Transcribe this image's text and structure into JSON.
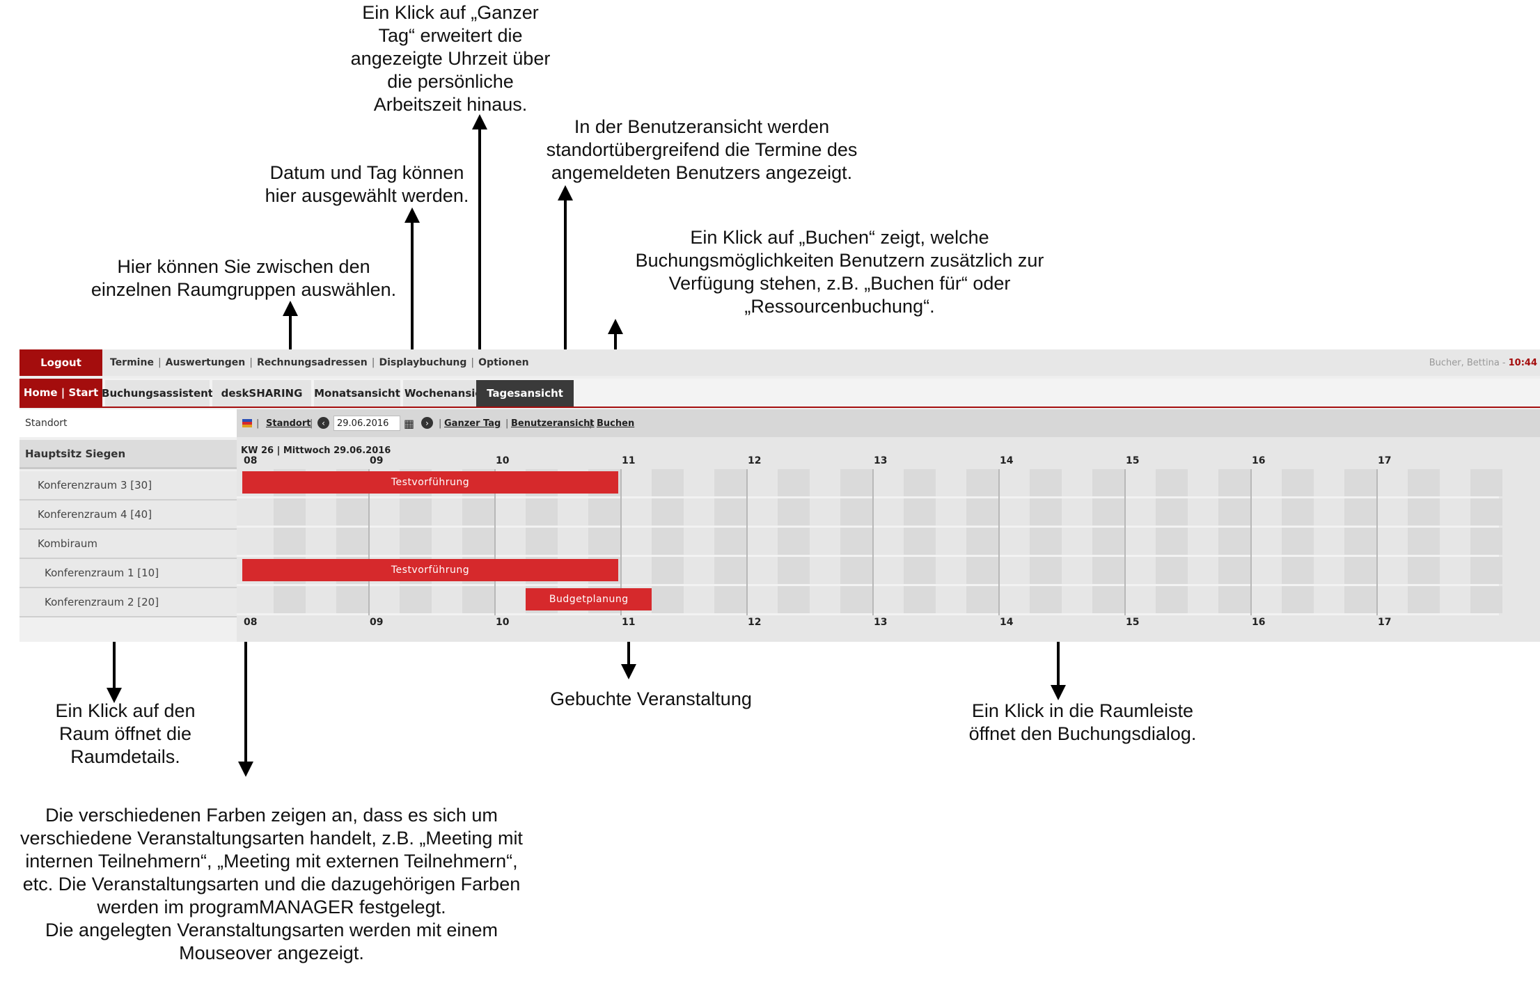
{
  "annotations": {
    "ganzer_tag": "Ein Klick auf „Ganzer\nTag“ erweitert die\nangezeigte Uhrzeit über\ndie persönliche\nArbeitszeit hinaus.",
    "benutzeransicht": "In der Benutzeransicht werden\nstandortübergreifend die Termine des\nangemeldeten Benutzers angezeigt.",
    "datum": "Datum und Tag können\nhier ausgewählt werden.",
    "buchen": "Ein Klick auf „Buchen“ zeigt, welche\nBuchungsmöglichkeiten Benutzern zusätzlich zur\nVerfügung stehen, z.B. „Buchen für“ oder\n„Ressourcenbuchung“.",
    "raumgruppen": "Hier können Sie zwischen den\neinzelnen Raumgruppen auswählen.",
    "raumdetails": "Ein Klick auf den\nRaum öffnet die\nRaumdetails.",
    "gebucht": "Gebuchte Veranstaltung",
    "raumleiste": "Ein Klick in die Raumleiste\nöffnet den Buchungsdialog.",
    "farben": "Die verschiedenen Farben zeigen an, dass es sich um\nverschiedene Veranstaltungsarten handelt, z.B. „Meeting mit\ninternen Teilnehmern“, „Meeting mit externen Teilnehmern“,\netc. Die Veranstaltungsarten und die dazugehörigen Farben\nwerden im programMANAGER festgelegt.\nDie angelegten Veranstaltungsarten werden mit einem\nMouseover angezeigt."
  },
  "topbar": {
    "logout": "Logout",
    "menu": [
      "Termine",
      "Auswertungen",
      "Rechnungsadressen",
      "Displaybuchung",
      "Optionen"
    ],
    "user": "Bucher, Bettina -",
    "time": "10:44"
  },
  "navbar": {
    "home": "Home | Start",
    "tabs": [
      "Buchungsassistent",
      "deskSHARING",
      "Monatsansicht",
      "Wochenansicht",
      "Tagesansicht"
    ],
    "active_tab": "Tagesansicht"
  },
  "sidebar": {
    "standort_label": "Standort",
    "location": "Hauptsitz Siegen",
    "rooms": [
      "Konferenzraum 3 [30]",
      "Konferenzraum 4 [40]",
      "Kombiraum",
      "Konferenzraum 1 [10]",
      "Konferenzraum 2 [20]"
    ]
  },
  "toolbar": {
    "standort": "Standort",
    "date": "29.06.2016",
    "ganzer_tag": "Ganzer Tag",
    "benutzeransicht": "Benutzeransicht",
    "buchen": "Buchen",
    "prev_icon": "arrow-left-circle-icon",
    "next_icon": "arrow-right-circle-icon",
    "calendar_icon": "calendar-icon",
    "color_legend_icon": "color-legend-icon"
  },
  "schedule": {
    "week_label": "KW 26",
    "day_label": "Mittwoch 29.06.2016",
    "hours": [
      "08",
      "09",
      "10",
      "11",
      "12",
      "13",
      "14",
      "15",
      "16",
      "17"
    ],
    "events": [
      {
        "label": "Testvorführung",
        "room_index": 0,
        "start": "08:00",
        "end": "10:59"
      },
      {
        "label": "Testvorführung",
        "room_index": 3,
        "start": "08:00",
        "end": "10:59"
      },
      {
        "label": "Budgetplanung",
        "room_index": 4,
        "start": "10:15",
        "end": "11:15"
      }
    ],
    "event_color": "#d6292c"
  },
  "colors": {
    "brand": "#a40d0d",
    "active_tab": "#3a3a3a"
  }
}
